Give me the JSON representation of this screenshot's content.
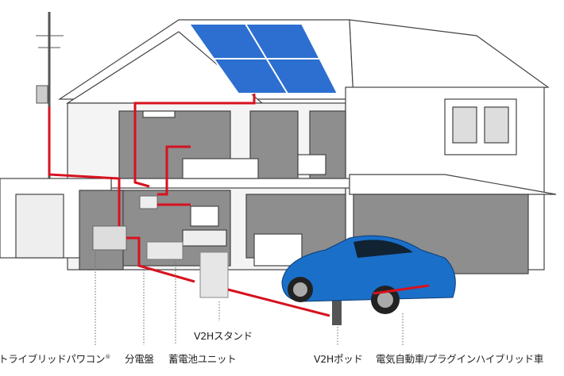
{
  "labels": {
    "power_conditioner": "トライブリッドパワコン",
    "power_conditioner_mark": "®",
    "distribution_board": "分電盤",
    "battery_unit": "蓄電池ユニット",
    "v2h_stand": "V2Hスタンド",
    "v2h_pod": "V2Hポッド",
    "vehicle": "電気自動車/プラグインハイブリッド車"
  },
  "colors": {
    "power_line": "#d7121f",
    "wall": "#8e8e8e",
    "solar": "#2c6fd0",
    "car": "#1a6fc9"
  }
}
